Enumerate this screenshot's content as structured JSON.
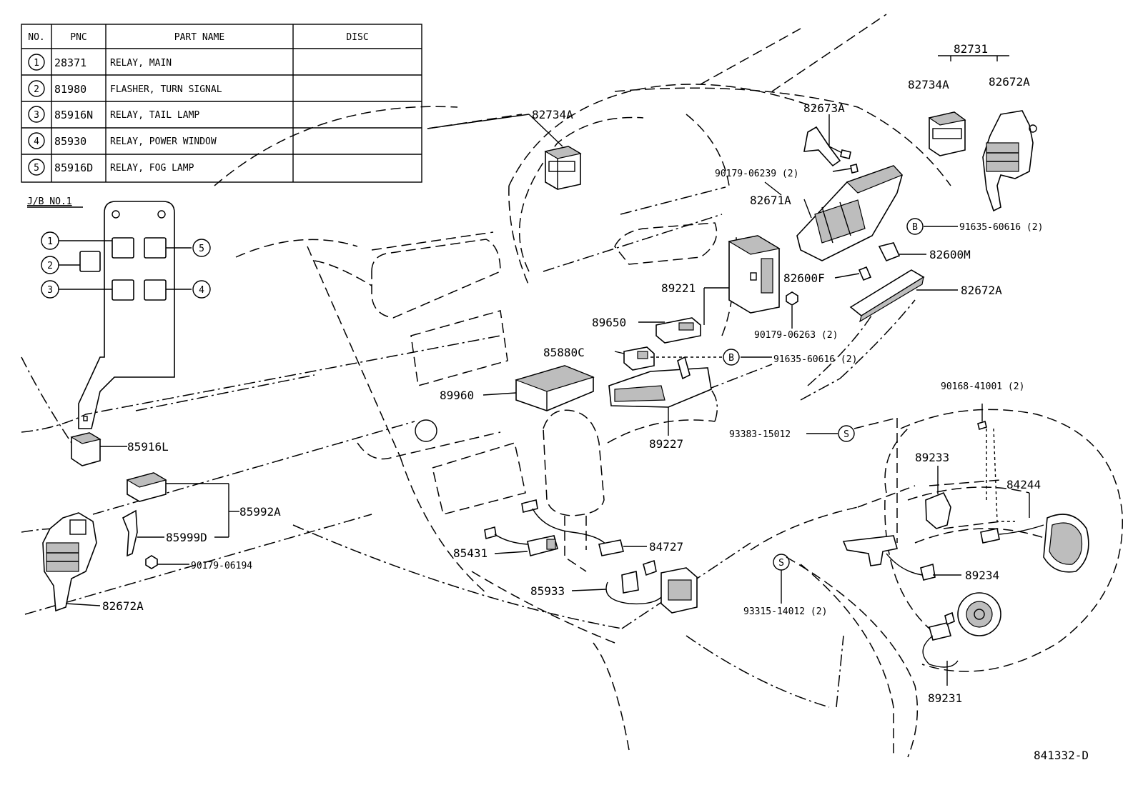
{
  "table": {
    "headers": [
      "NO.",
      "PNC",
      "PART NAME",
      "DISC"
    ],
    "rows": [
      {
        "no": "1",
        "pnc": "28371",
        "name": "RELAY, MAIN",
        "disc": ""
      },
      {
        "no": "2",
        "pnc": "81980",
        "name": "FLASHER, TURN SIGNAL",
        "disc": ""
      },
      {
        "no": "3",
        "pnc": "85916N",
        "name": "RELAY, TAIL LAMP",
        "disc": ""
      },
      {
        "no": "4",
        "pnc": "85930",
        "name": "RELAY, POWER WINDOW",
        "disc": ""
      },
      {
        "no": "5",
        "pnc": "85916D",
        "name": "RELAY, FOG LAMP",
        "disc": ""
      }
    ]
  },
  "junction_block": {
    "title": "J/B NO.1",
    "slots": [
      "1",
      "2",
      "3",
      "4",
      "5"
    ]
  },
  "callouts": {
    "p82734a_top": "82734A",
    "p82731": "82731",
    "p82734a_right": "82734A",
    "p82672a_top": "82672A",
    "p82673a": "82673A",
    "p90179_06239": "90179-06239 (2)",
    "p82671a": "82671A",
    "p91635_60616_a": "91635-60616 (2)",
    "p82600m": "82600M",
    "p82600f": "82600F",
    "p82672a_mid": "82672A",
    "p89221": "89221",
    "p89650": "89650",
    "p90179_06263": "90179-06263 (2)",
    "p85880c": "85880C",
    "p91635_60616_b": "91635-60616 (2)",
    "p89960": "89960",
    "p89227": "89227",
    "p90168_41001": "90168-41001 (2)",
    "p93383_15012": "93383-15012",
    "p89233": "89233",
    "p84244": "84244",
    "p85916l": "85916L",
    "p85992a": "85992A",
    "p85999d": "85999D",
    "p90179_06194": "90179-06194",
    "p82672a_bottom": "82672A",
    "p84727": "84727",
    "p85431": "85431",
    "p85933": "85933",
    "p89234": "89234",
    "p93315_14012": "93315-14012 (2)",
    "p89231": "89231"
  },
  "markers": {
    "b_top": "B",
    "b_mid": "B",
    "s_top": "S",
    "s_bottom": "S"
  },
  "diagram_code": "841332-D"
}
